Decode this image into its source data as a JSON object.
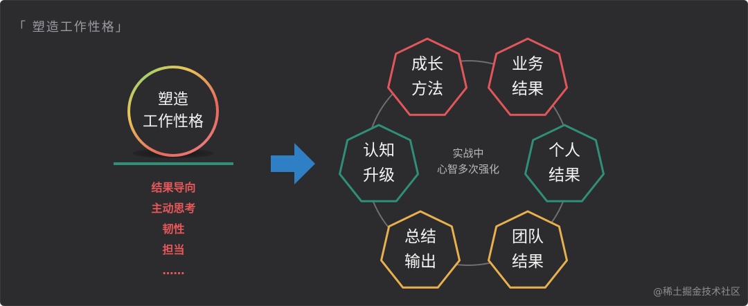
{
  "section": {
    "title": "「 塑造工作性格」"
  },
  "core": {
    "line1": "塑造",
    "line2": "工作性格"
  },
  "traits": [
    "结果导向",
    "主动思考",
    "韧性",
    "担当",
    "……"
  ],
  "center": {
    "line1": "实战中",
    "line2": "心智多次强化"
  },
  "nodes": [
    {
      "line1": "成长",
      "line2": "方法",
      "color": "#e2575b"
    },
    {
      "line1": "业务",
      "line2": "结果",
      "color": "#e2575b"
    },
    {
      "line1": "个人",
      "line2": "结果",
      "color": "#2f8f78"
    },
    {
      "line1": "团队",
      "line2": "结果",
      "color": "#e8b04e"
    },
    {
      "line1": "总结",
      "line2": "输出",
      "color": "#e8b04e"
    },
    {
      "line1": "认知",
      "line2": "升级",
      "color": "#2f8f78"
    }
  ],
  "colors": {
    "background": "#2c2c2e",
    "arrow": "#2e7fc4",
    "orbit": "#6e6e73",
    "trait_text": "#e8575a",
    "divider": "#2f8f78"
  },
  "watermark": "@稀土掘金技术社区"
}
